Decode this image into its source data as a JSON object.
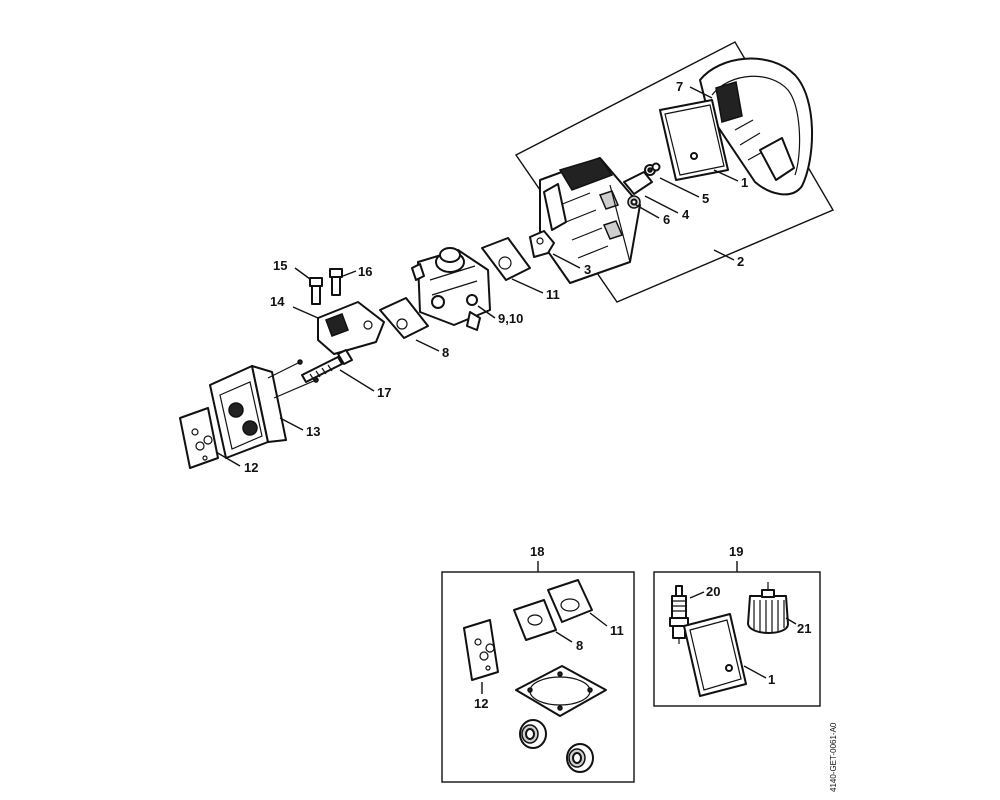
{
  "reference_code": "4140-GET-0061-A0",
  "callouts": {
    "c1_filter": "1",
    "c2_housing": "2",
    "c3": "3",
    "c4": "4",
    "c5": "5",
    "c6": "6",
    "c7": "7",
    "c8": "8",
    "c9_10": "9,10",
    "c11": "11",
    "c12": "12",
    "c13": "13",
    "c14": "14",
    "c15": "15",
    "c16": "16",
    "c17": "17",
    "c18_kit": "18",
    "c19_kit": "19",
    "k18_11": "11",
    "k18_8": "8",
    "k18_12": "12",
    "k19_20": "20",
    "k19_21": "21",
    "k19_1": "1"
  }
}
